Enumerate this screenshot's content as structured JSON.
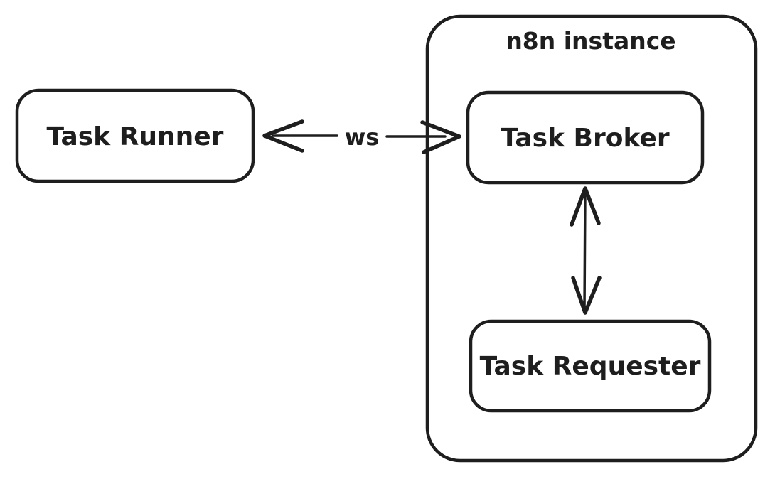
{
  "diagram": {
    "container": {
      "label": "n8n instance"
    },
    "nodes": {
      "task_runner": {
        "label": "Task Runner"
      },
      "task_broker": {
        "label": "Task Broker"
      },
      "task_requester": {
        "label": "Task Requester"
      }
    },
    "edges": {
      "runner_broker": {
        "label": "ws",
        "direction": "bidirectional"
      },
      "broker_requester": {
        "label": "",
        "direction": "bidirectional"
      }
    },
    "colors": {
      "stroke": "#1e1e1e",
      "background": "#ffffff"
    }
  }
}
